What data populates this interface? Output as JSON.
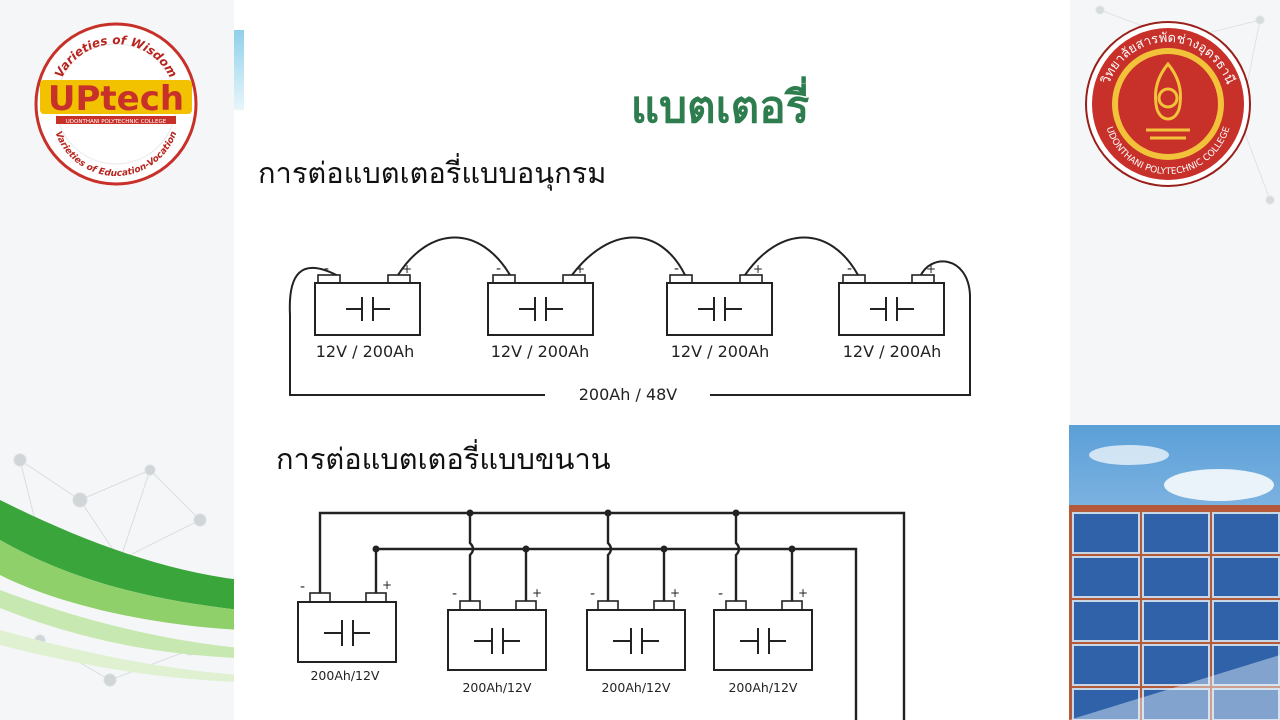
{
  "slide": {
    "title": "แบตเตอรี่",
    "series_heading": "การต่อแบตเตอรี่แบบอนุกรม",
    "parallel_heading": "การต่อแบตเตอรี่แบบขนาน"
  },
  "logos": {
    "uptech": {
      "word": "UPtech",
      "top_arc": "Varieties of Wisdom",
      "bottom_arc": "Varieties of Education-Vocation",
      "college_band": "UDONTHANI POLYTECHNIC COLLEGE"
    },
    "college_seal": {
      "thai_arc": "วิทยาลัยสารพัดช่างอุดรธานี",
      "english_arc": "UDONTHANI POLYTECHNIC COLLEGE"
    }
  },
  "series_diagram": {
    "batteries": [
      {
        "label": "12V / 200Ah"
      },
      {
        "label": "12V / 200Ah"
      },
      {
        "label": "12V / 200Ah"
      },
      {
        "label": "12V / 200Ah"
      }
    ],
    "total_label": "200Ah / 48V",
    "neg": "-",
    "pos": "+"
  },
  "parallel_diagram": {
    "batteries": [
      {
        "label": "200Ah/12V"
      },
      {
        "label": "200Ah/12V"
      },
      {
        "label": "200Ah/12V"
      },
      {
        "label": "200Ah/12V"
      }
    ],
    "neg": "-",
    "pos": "+"
  },
  "colors": {
    "title_green": "#2e7d4f",
    "ribbon_green": "#3aa53a",
    "seal_red": "#c8302a"
  }
}
